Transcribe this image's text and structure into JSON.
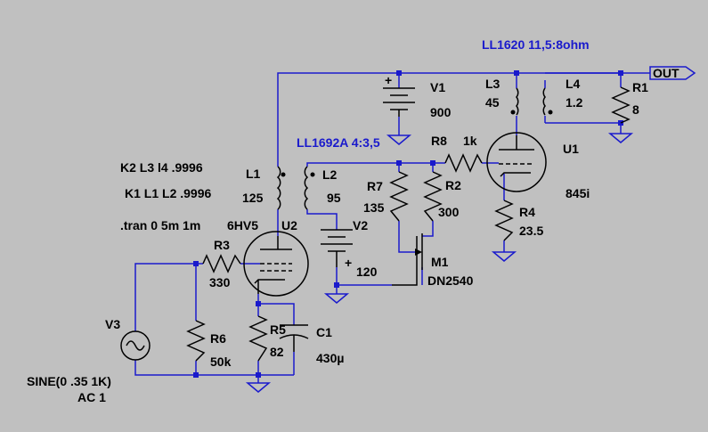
{
  "schematic": {
    "directives": {
      "k2": "K2 L3 l4 .9996",
      "k1": "K1 L1 L2 .9996",
      "tran": ".tran 0 5m 1m"
    },
    "transformers": {
      "output": "LL1620 11,5:8ohm",
      "interstage": "LL1692A 4:3,5"
    },
    "port": "OUT",
    "components": {
      "V1": {
        "ref": "V1",
        "value": "900"
      },
      "V2": {
        "ref": "V2",
        "value": "120"
      },
      "V3": {
        "ref": "V3",
        "value1": "SINE(0 .35 1K)",
        "value2": "AC 1"
      },
      "L1": {
        "ref": "L1",
        "value": "125"
      },
      "L2": {
        "ref": "L2",
        "value": "95"
      },
      "L3": {
        "ref": "L3",
        "value": "45"
      },
      "L4": {
        "ref": "L4",
        "value": "1.2"
      },
      "R1": {
        "ref": "R1",
        "value": "8"
      },
      "R2": {
        "ref": "R2",
        "value": "300"
      },
      "R3": {
        "ref": "R3",
        "value": "330"
      },
      "R4": {
        "ref": "R4",
        "value": "23.5"
      },
      "R5": {
        "ref": "R5",
        "value": "82"
      },
      "R6": {
        "ref": "R6",
        "value": "50k"
      },
      "R7": {
        "ref": "R7",
        "value": "135"
      },
      "R8": {
        "ref": "R8",
        "value": "1k"
      },
      "C1": {
        "ref": "C1",
        "value": "430µ"
      },
      "U1": {
        "ref": "U1",
        "value": "845i"
      },
      "U2": {
        "ref": "U2",
        "value": "6HV5"
      },
      "M1": {
        "ref": "M1",
        "value": "DN2540"
      }
    },
    "plus_sign": "+"
  }
}
